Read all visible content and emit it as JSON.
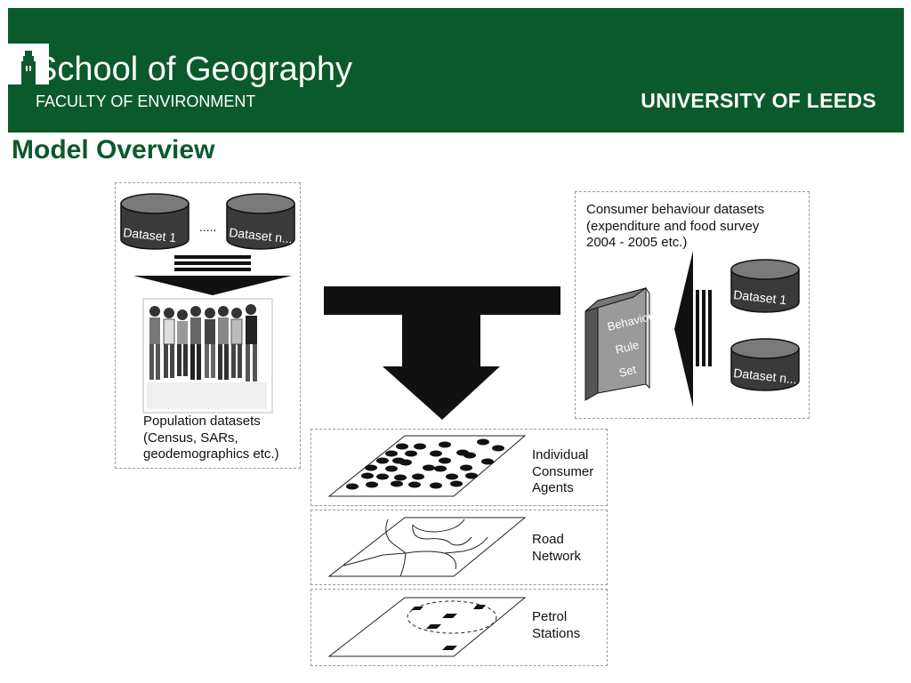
{
  "header": {
    "school": "School of Geography",
    "faculty": "FACULTY OF ENVIRONMENT",
    "university": "UNIVERSITY OF LEEDS",
    "background_color": "#0b5a2b",
    "crest_icon": "university-tower-crest-icon"
  },
  "slide": {
    "title": "Model Overview"
  },
  "left_panel": {
    "dataset_first": "Dataset 1",
    "dataset_dots": ".....",
    "dataset_last": "Dataset n...",
    "population_label": "Population datasets\n(Census, SARs,\ngeodemographics etc.)"
  },
  "right_panel": {
    "consumer_label": "Consumer behaviour datasets\n(expenditure and food survey\n2004 - 2005 etc.)",
    "book_label_1": "Behaviour",
    "book_label_2": "Rule",
    "book_label_3": "Set",
    "dataset_first": "Dataset 1",
    "dataset_last": "Dataset n..."
  },
  "layers": {
    "agents": "Individual\nConsumer\nAgents",
    "road": "Road\nNetwork",
    "petrol": "Petrol\nStations"
  }
}
